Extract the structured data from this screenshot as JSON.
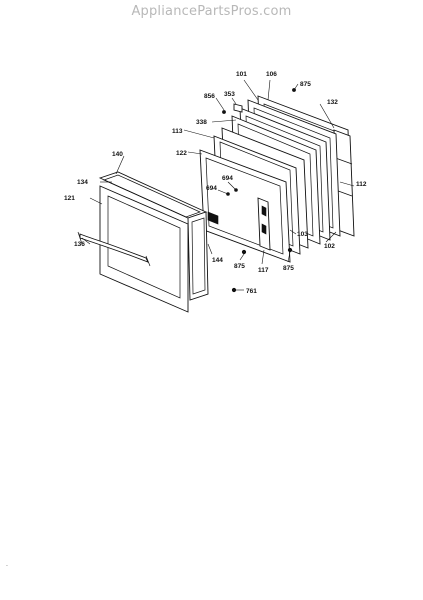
{
  "watermark": "AppliancePartsPros.com",
  "part_numbers": {
    "p101": "101",
    "p106": "106",
    "p875a": "875",
    "p132": "132",
    "p856": "856",
    "p353": "353",
    "p338": "338",
    "p113": "113",
    "p122": "122",
    "p140": "140",
    "p134": "134",
    "p121": "121",
    "p694a": "694",
    "p694b": "694",
    "p112": "112",
    "p136": "136",
    "p103": "103",
    "p102": "102",
    "p144": "144",
    "p875b": "875",
    "p117": "117",
    "p875c": "875",
    "p761": "761"
  },
  "footer_mark": "."
}
